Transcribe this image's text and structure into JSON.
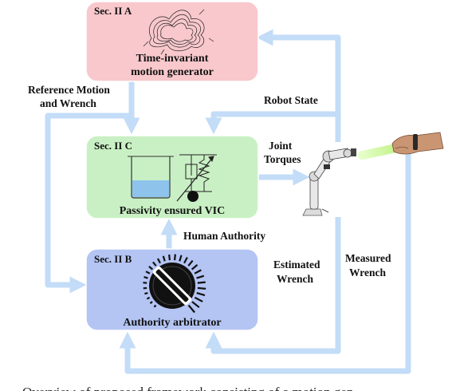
{
  "blocks": {
    "motion": {
      "section": "Sec. II A",
      "title_line1": "Time-invariant",
      "title_line2": "motion generator",
      "fill": "#f8c8cc"
    },
    "vic": {
      "section": "Sec. II C",
      "title": "Passivity ensured VIC",
      "fill": "#c9f0c4"
    },
    "arbitrator": {
      "section": "Sec. II B",
      "title": "Authority arbitrator",
      "fill": "#b4c4f3"
    }
  },
  "labels": {
    "reference_line1": "Reference Motion",
    "reference_line2": "and Wrench",
    "robot_state": "Robot State",
    "joint_line1": "Joint",
    "joint_line2": "Torques",
    "human_authority": "Human Authority",
    "estimated_line1": "Estimated",
    "estimated_line2": "Wrench",
    "measured_line1": "Measured",
    "measured_line2": "Wrench"
  },
  "caption": "Overview of proposed framework consisting of a motion gen",
  "colors": {
    "arrow": "#c3dcf7",
    "block_border": "#ffffff"
  }
}
